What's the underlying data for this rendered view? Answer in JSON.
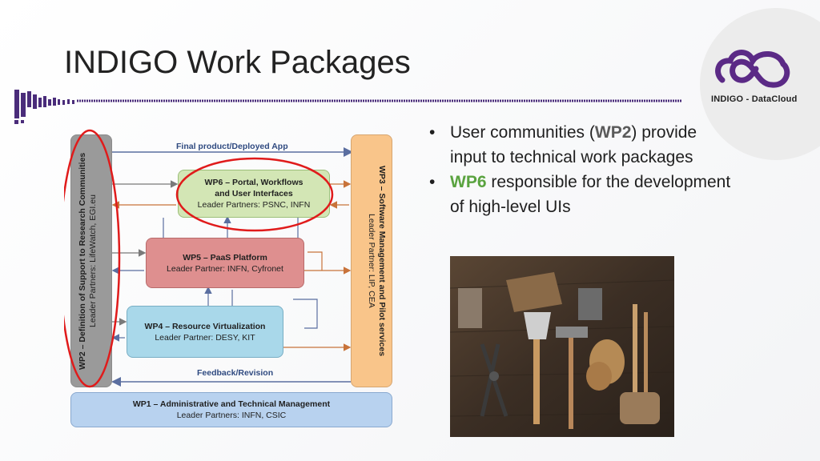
{
  "slide": {
    "title": "INDIGO Work Packages",
    "logo_text": "INDIGO - DataCloud",
    "bullets": [
      {
        "pre": "User communities (",
        "highlight": "WP2",
        "post": ") provide input to technical work packages",
        "highlight_color": "#5a5a5a"
      },
      {
        "pre": "",
        "highlight": "WP6",
        "post": " responsible for the development of high-level UIs",
        "highlight_color": "#5aa33f"
      }
    ]
  },
  "diagram": {
    "top_label": "Final product/Deployed App",
    "bottom_label": "Feedback/Revision",
    "wp2": {
      "title": "WP2 – Definition of Support to Research Communities",
      "partners": "Leader Partners: LifeWatch, EGI.eu"
    },
    "wp3": {
      "title": "WP3 – Software Management and Pilot services",
      "partners": "Leader Partner:  LIP, CEA"
    },
    "wp6": {
      "title": "WP6 – Portal, Workflows and User Interfaces",
      "partners": "Leader Partners: PSNC, INFN"
    },
    "wp5": {
      "title": "WP5 – PaaS Platform",
      "partners": "Leader Partner:  INFN, Cyfronet"
    },
    "wp4": {
      "title": "WP4 – Resource Virtualization",
      "partners": "Leader Partner:  DESY, KIT"
    },
    "wp1": {
      "title": "WP1 – Administrative and Technical Management",
      "partners": "Leader Partners:  INFN, CSIC"
    }
  },
  "colors": {
    "wp2_fill": "#9a9a9a",
    "wp3_fill": "#f9c58a",
    "wp6_fill": "#d3e6b5",
    "wp5_fill": "#de8f8f",
    "wp4_fill": "#a9d8ea",
    "wp1_fill": "#b8d2ef",
    "highlight_ring": "#e01b1b",
    "logo_purple": "#5b2a86"
  }
}
